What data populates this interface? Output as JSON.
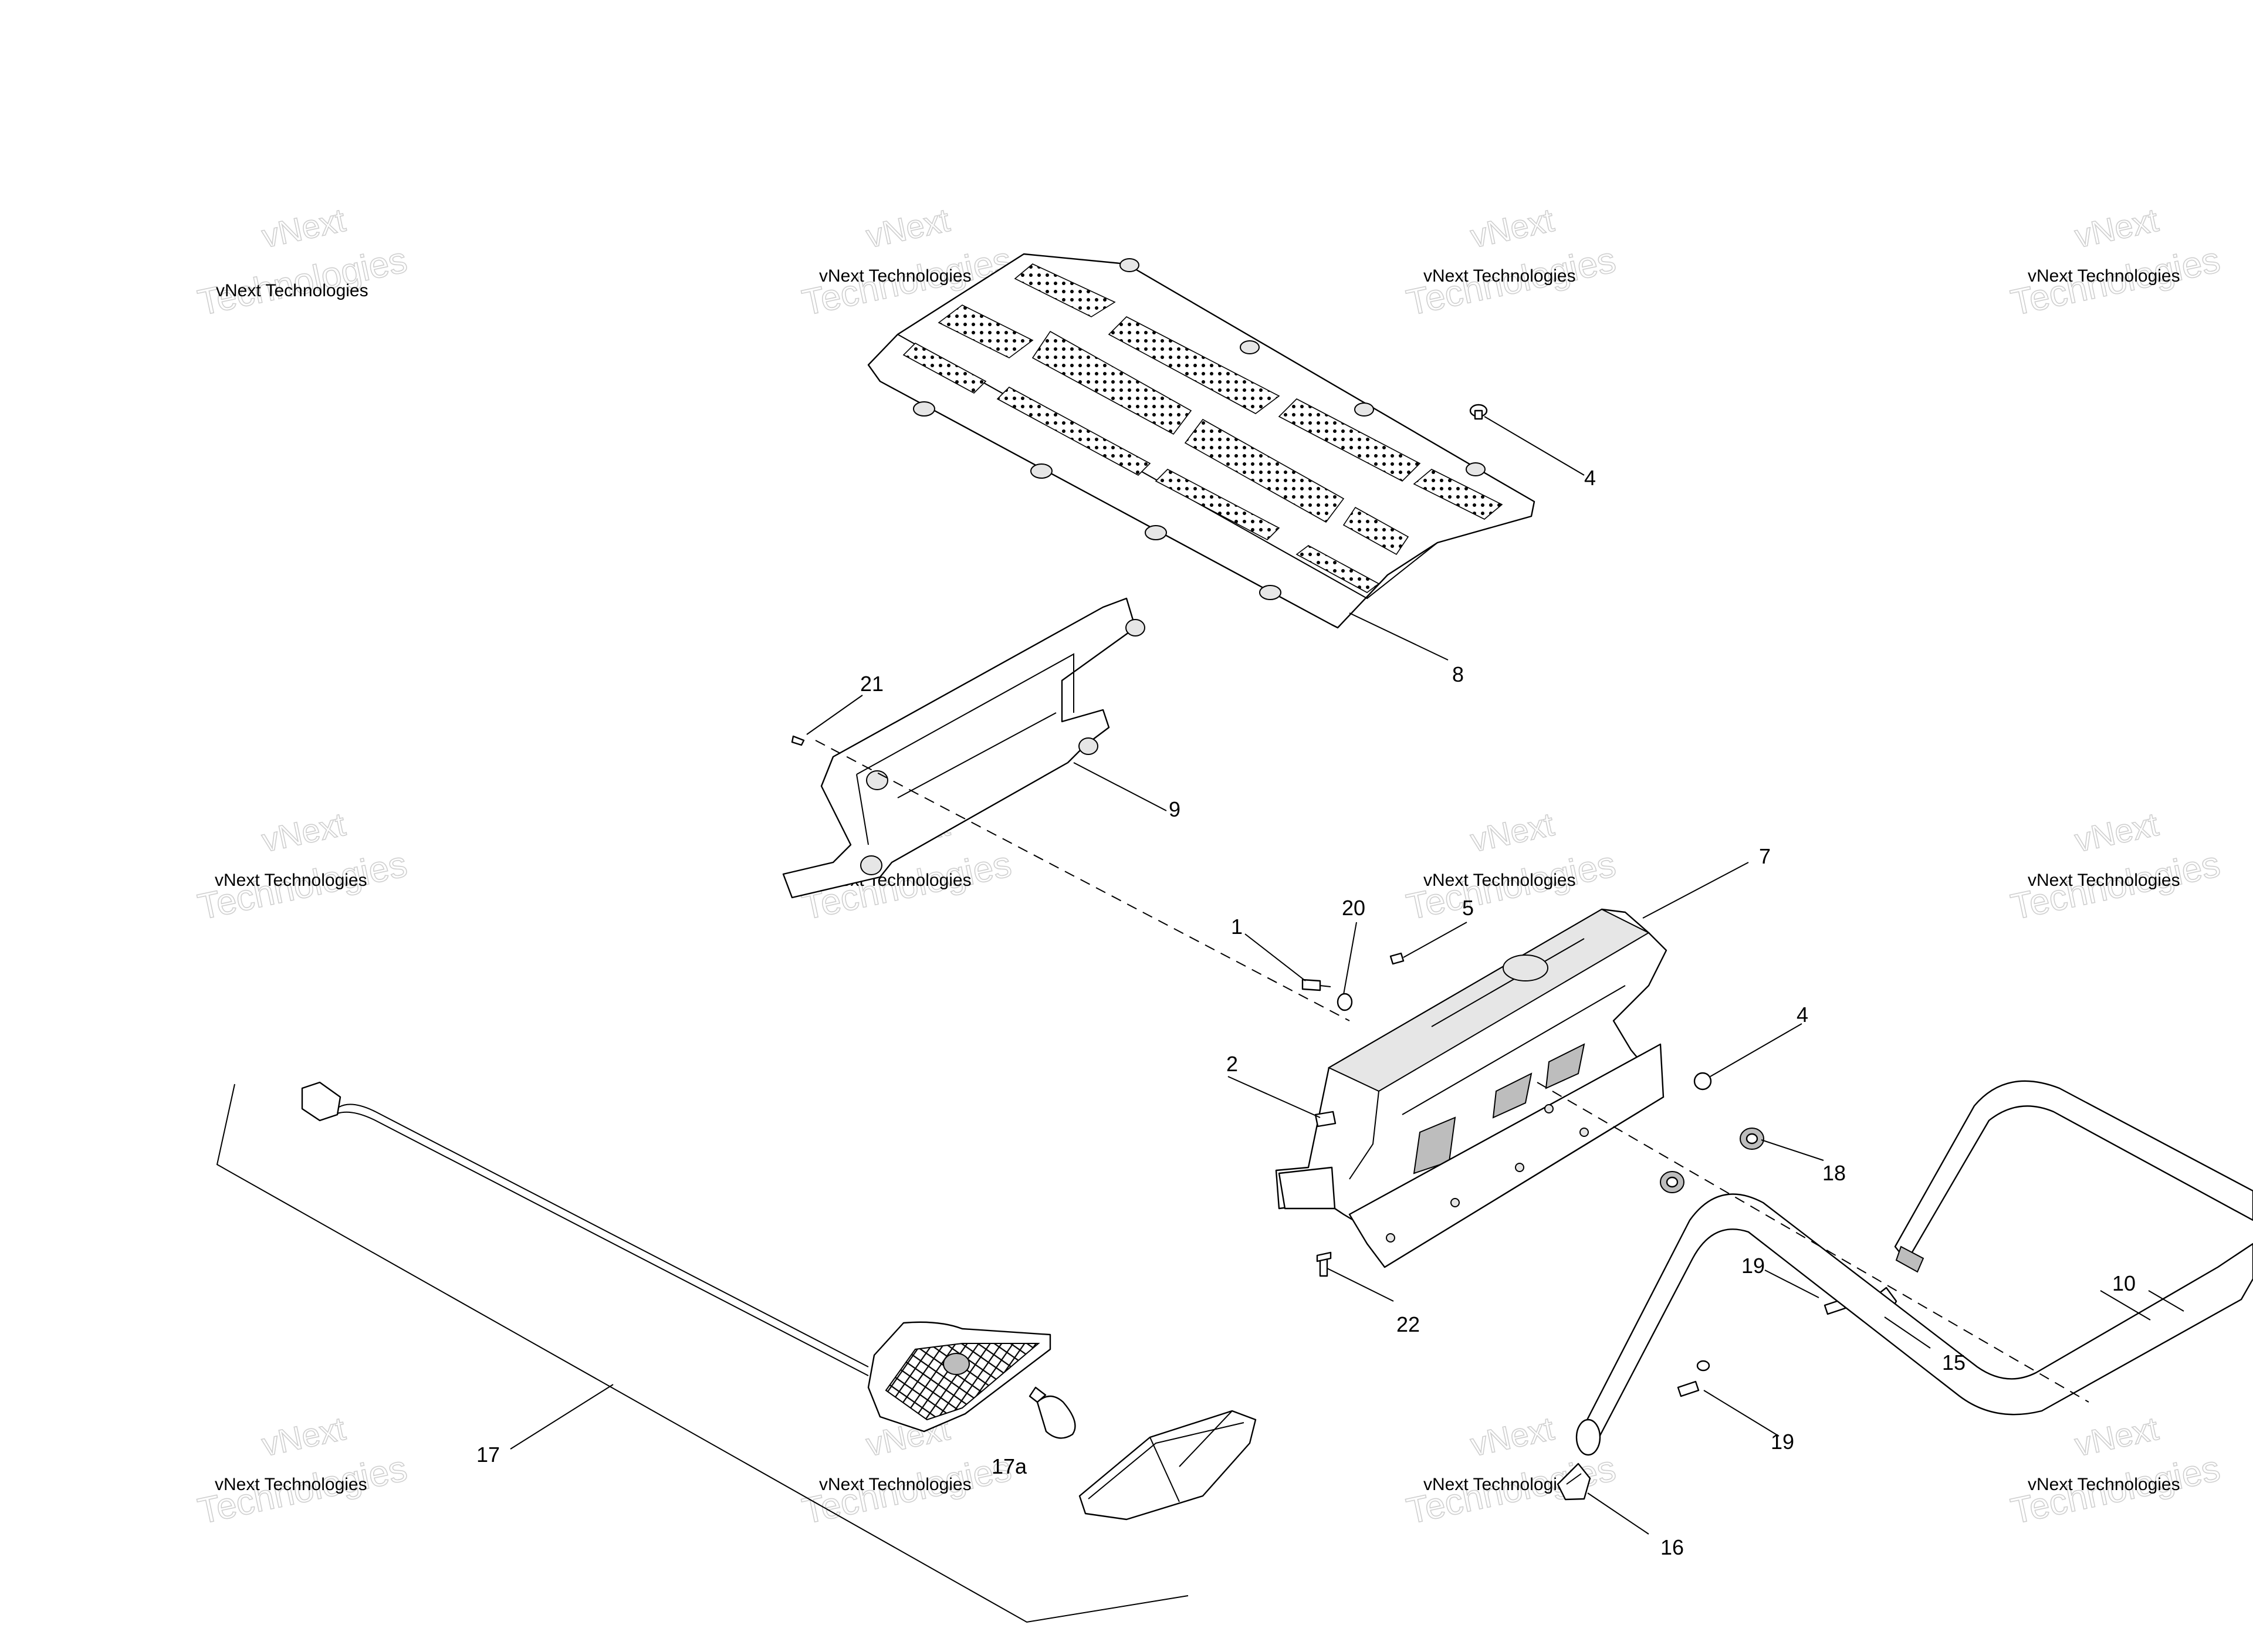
{
  "watermark": {
    "line1": "vNext",
    "line2": "vNext Technologies",
    "line3": "Technologies"
  },
  "callouts": {
    "c1": "1",
    "c2": "2",
    "c4a": "4",
    "c4b": "4",
    "c5": "5",
    "c7": "7",
    "c8": "8",
    "c9": "9",
    "c10": "10",
    "c15": "15",
    "c16": "16",
    "c17": "17",
    "c17a": "17a",
    "c18": "18",
    "c19a": "19",
    "c19b": "19",
    "c20": "20",
    "c21": "21",
    "c22": "22"
  }
}
